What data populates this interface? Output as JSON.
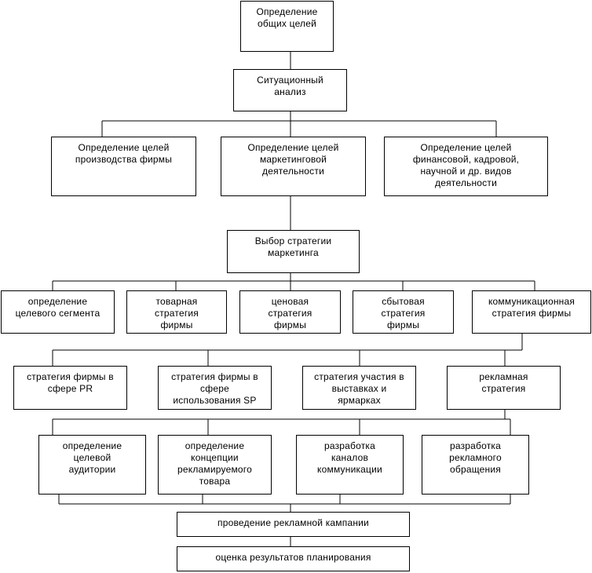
{
  "diagram": {
    "title": "",
    "line_color": "#000000",
    "nodes": {
      "general_goals": "Определение\nобщих целей",
      "situational_analysis": "Ситуационный\nанализ",
      "production_goals": "Определение целей\nпроизводства фирмы",
      "marketing_goals": "Определение целей\nмаркетинговой\nдеятельности",
      "other_goals": "Определение целей\nфинансовой, кадровой,\nнаучной и др. видов\nдеятельности",
      "marketing_strategy": "Выбор стратегии\nмаркетинга",
      "target_segment": "определение\nцелевого сегмента",
      "product_strategy": "товарная\nстратегия\nфирмы",
      "price_strategy": "ценовая\nстратегия\nфирмы",
      "sales_strategy": "сбытовая\nстратегия\nфирмы",
      "communication_strategy": "коммуникационная\nстратегия фирмы",
      "pr_strategy": "стратегия фирмы в\nсфере PR",
      "sp_strategy": "стратегия фирмы в\nсфере\nиспользования SP",
      "exhibitions_strategy": "стратегия участия в\nвыставках и\nярмарках",
      "advertising_strategy": "рекламная\nстратегия",
      "target_audience": "определение\nцелевой\nаудитории",
      "product_concept": "определение\nконцепции\nрекламируемого\nтовара",
      "channels": "разработка\nканалов\nкоммуникации",
      "ad_message": "разработка\nрекламного\nобращения",
      "campaign": "проведение рекламной кампании",
      "evaluation": "оценка результатов планирования"
    }
  }
}
